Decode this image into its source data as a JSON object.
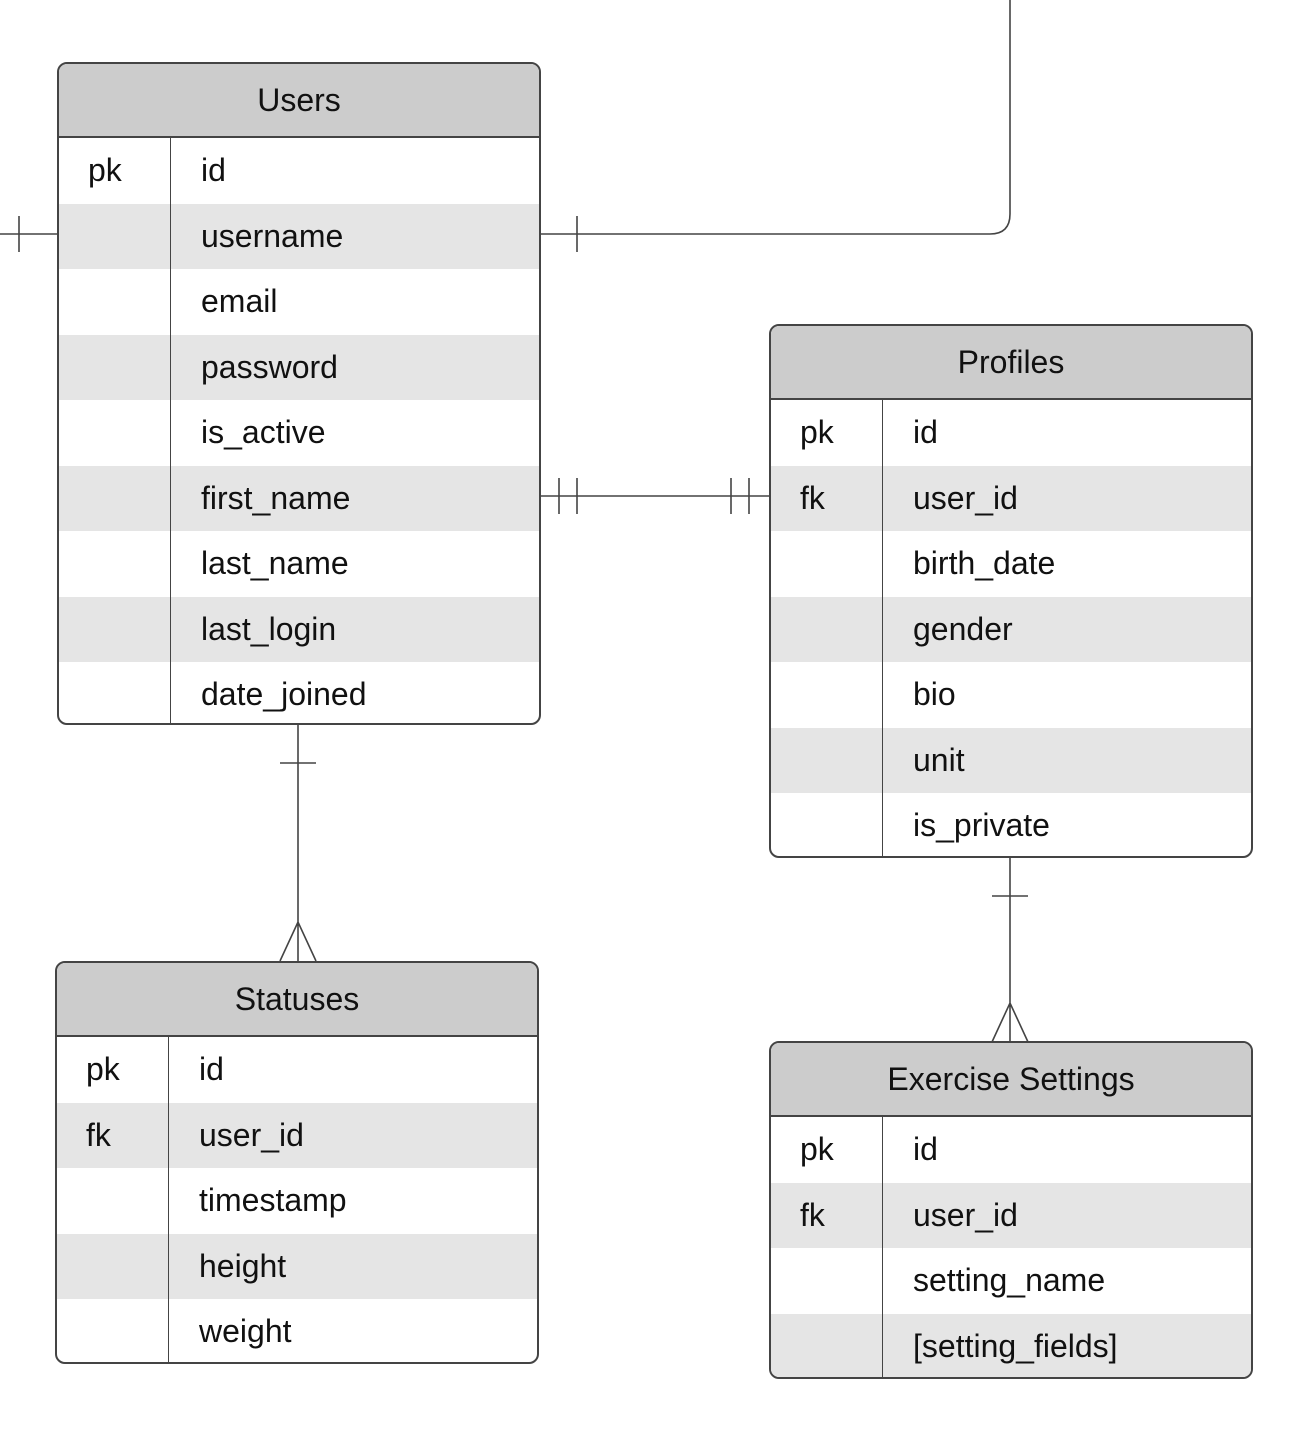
{
  "entities": [
    {
      "id": "users",
      "title": "Users",
      "rows": [
        {
          "key": "pk",
          "field": "id"
        },
        {
          "key": "",
          "field": "username"
        },
        {
          "key": "",
          "field": "email"
        },
        {
          "key": "",
          "field": "password"
        },
        {
          "key": "",
          "field": "is_active"
        },
        {
          "key": "",
          "field": "first_name"
        },
        {
          "key": "",
          "field": "last_name"
        },
        {
          "key": "",
          "field": "last_login"
        },
        {
          "key": "",
          "field": "date_joined"
        }
      ]
    },
    {
      "id": "profiles",
      "title": "Profiles",
      "rows": [
        {
          "key": "pk",
          "field": "id"
        },
        {
          "key": "fk",
          "field": "user_id"
        },
        {
          "key": "",
          "field": "birth_date"
        },
        {
          "key": "",
          "field": "gender"
        },
        {
          "key": "",
          "field": "bio"
        },
        {
          "key": "",
          "field": "unit"
        },
        {
          "key": "",
          "field": "is_private"
        }
      ]
    },
    {
      "id": "statuses",
      "title": "Statuses",
      "rows": [
        {
          "key": "pk",
          "field": "id"
        },
        {
          "key": "fk",
          "field": "user_id"
        },
        {
          "key": "",
          "field": "timestamp"
        },
        {
          "key": "",
          "field": "height"
        },
        {
          "key": "",
          "field": "weight"
        }
      ]
    },
    {
      "id": "exercise-settings",
      "title": "Exercise Settings",
      "rows": [
        {
          "key": "pk",
          "field": "id"
        },
        {
          "key": "fk",
          "field": "user_id"
        },
        {
          "key": "",
          "field": "setting_name"
        },
        {
          "key": "",
          "field": "[setting_fields]"
        }
      ]
    }
  ],
  "relationships": [
    {
      "from": "users",
      "to": "profiles",
      "cardinality": "one-and-only-one to one-and-only-one"
    },
    {
      "from": "users",
      "to": "statuses",
      "cardinality": "one to many"
    },
    {
      "from": "profiles",
      "to": "exercise-settings",
      "cardinality": "one to many"
    },
    {
      "from": "users",
      "to": "off-canvas",
      "cardinality": "one"
    }
  ],
  "colors": {
    "header_fill": "#cccccc",
    "row_alt_fill": "#e5e5e5",
    "border": "#444444"
  }
}
